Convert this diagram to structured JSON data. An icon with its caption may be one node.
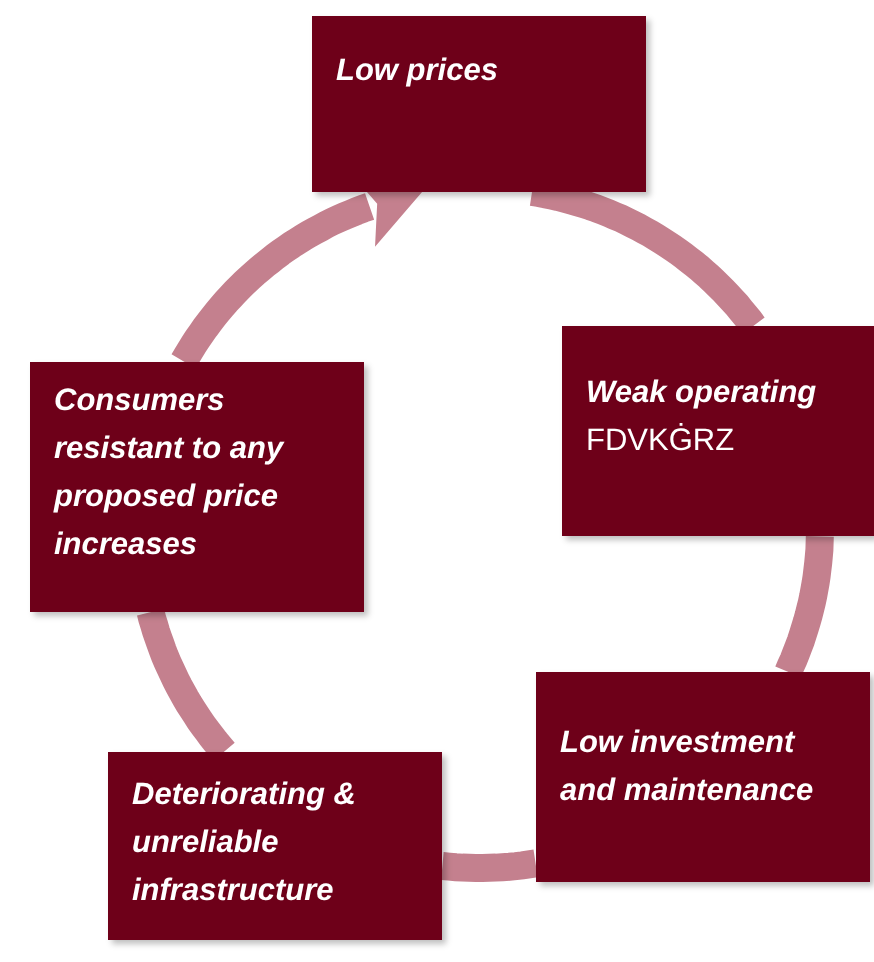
{
  "diagram": {
    "nodes": [
      {
        "text": [
          "Low prices"
        ]
      },
      {
        "text": [
          "Weak operating",
          "FDVKĠRZ"
        ]
      },
      {
        "text": [
          "Low investment and maintenance"
        ]
      },
      {
        "text": [
          "Deteriorating & unreliable infrastructure"
        ]
      },
      {
        "text": [
          "Consumers resistant to any proposed price increases"
        ]
      }
    ],
    "edges": [
      {
        "from": 0,
        "to": 1,
        "arrow": "none"
      },
      {
        "from": 1,
        "to": 2,
        "arrow": "none"
      },
      {
        "from": 2,
        "to": 3,
        "arrow": "none"
      },
      {
        "from": 3,
        "to": 4,
        "arrow": "none"
      },
      {
        "from": 4,
        "to": 0,
        "arrow": "to"
      }
    ]
  }
}
